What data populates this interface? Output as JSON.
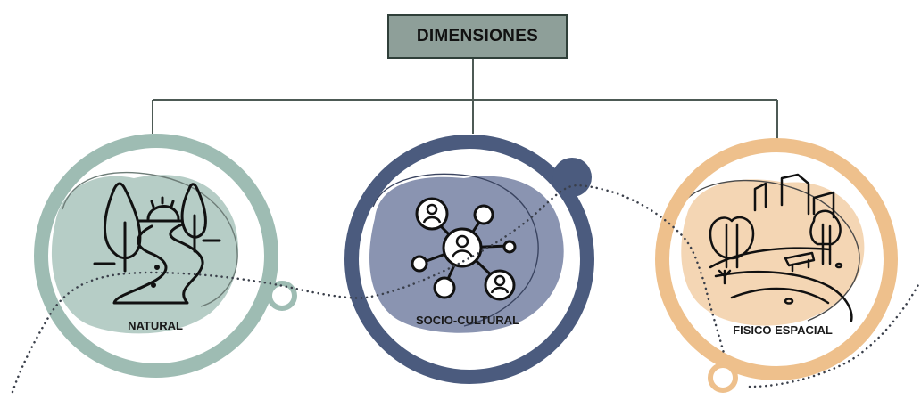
{
  "diagram": {
    "root": {
      "label": "DIMENSIONES"
    },
    "dimensions": [
      {
        "id": "natural",
        "label": "NATURAL",
        "icon": "landscape-river-trees-icon",
        "ring_color": "#9ebcb3",
        "blob_color": "#a9c4bc"
      },
      {
        "id": "socio-cultural",
        "label": "SOCIO-CULTURAL",
        "icon": "social-network-people-icon",
        "ring_color": "#4b5b7e",
        "blob_color": "#7d88a8"
      },
      {
        "id": "fisico-espacial",
        "label": "FISICO ESPACIAL",
        "icon": "park-city-buildings-icon",
        "ring_color": "#eec08c",
        "blob_color": "#f0c89b"
      }
    ],
    "colors": {
      "root_fill": "#8e9f99",
      "root_border": "#2f3f39",
      "connector": "#4d5a55",
      "dotted_path": "#3a3f4a"
    }
  }
}
